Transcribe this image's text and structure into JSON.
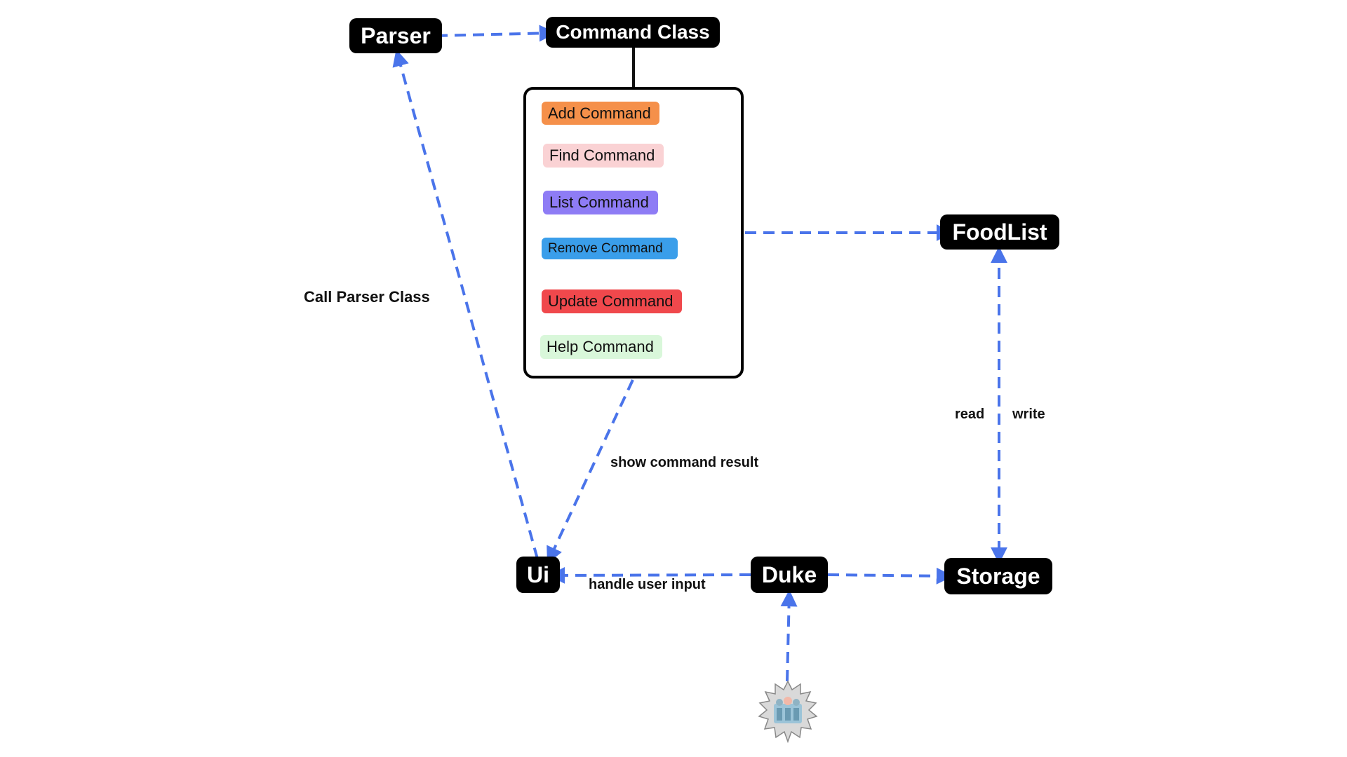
{
  "nodes": {
    "parser": "Parser",
    "command_class": "Command Class",
    "foodlist": "FoodList",
    "ui": "Ui",
    "duke": "Duke",
    "storage": "Storage"
  },
  "commands": [
    {
      "label": "Add Command",
      "color": "#F5904A"
    },
    {
      "label": "Find Command",
      "color": "#FAD2D4"
    },
    {
      "label": "List Command",
      "color": "#8E7CF5"
    },
    {
      "label": "Remove Command",
      "color": "#3A9EEA"
    },
    {
      "label": "Update Command",
      "color": "#F0484C"
    },
    {
      "label": "Help Command",
      "color": "#D9F7DA"
    }
  ],
  "edge_labels": {
    "call_parser": "Call Parser Class",
    "show_result": "show command result",
    "handle_input": "handle user input",
    "read": "read",
    "write": "write"
  },
  "colors": {
    "arrow": "#4A74EA",
    "node_bg": "#000000",
    "node_text": "#FFFFFF"
  },
  "icons": {
    "user": "user-group-icon"
  }
}
